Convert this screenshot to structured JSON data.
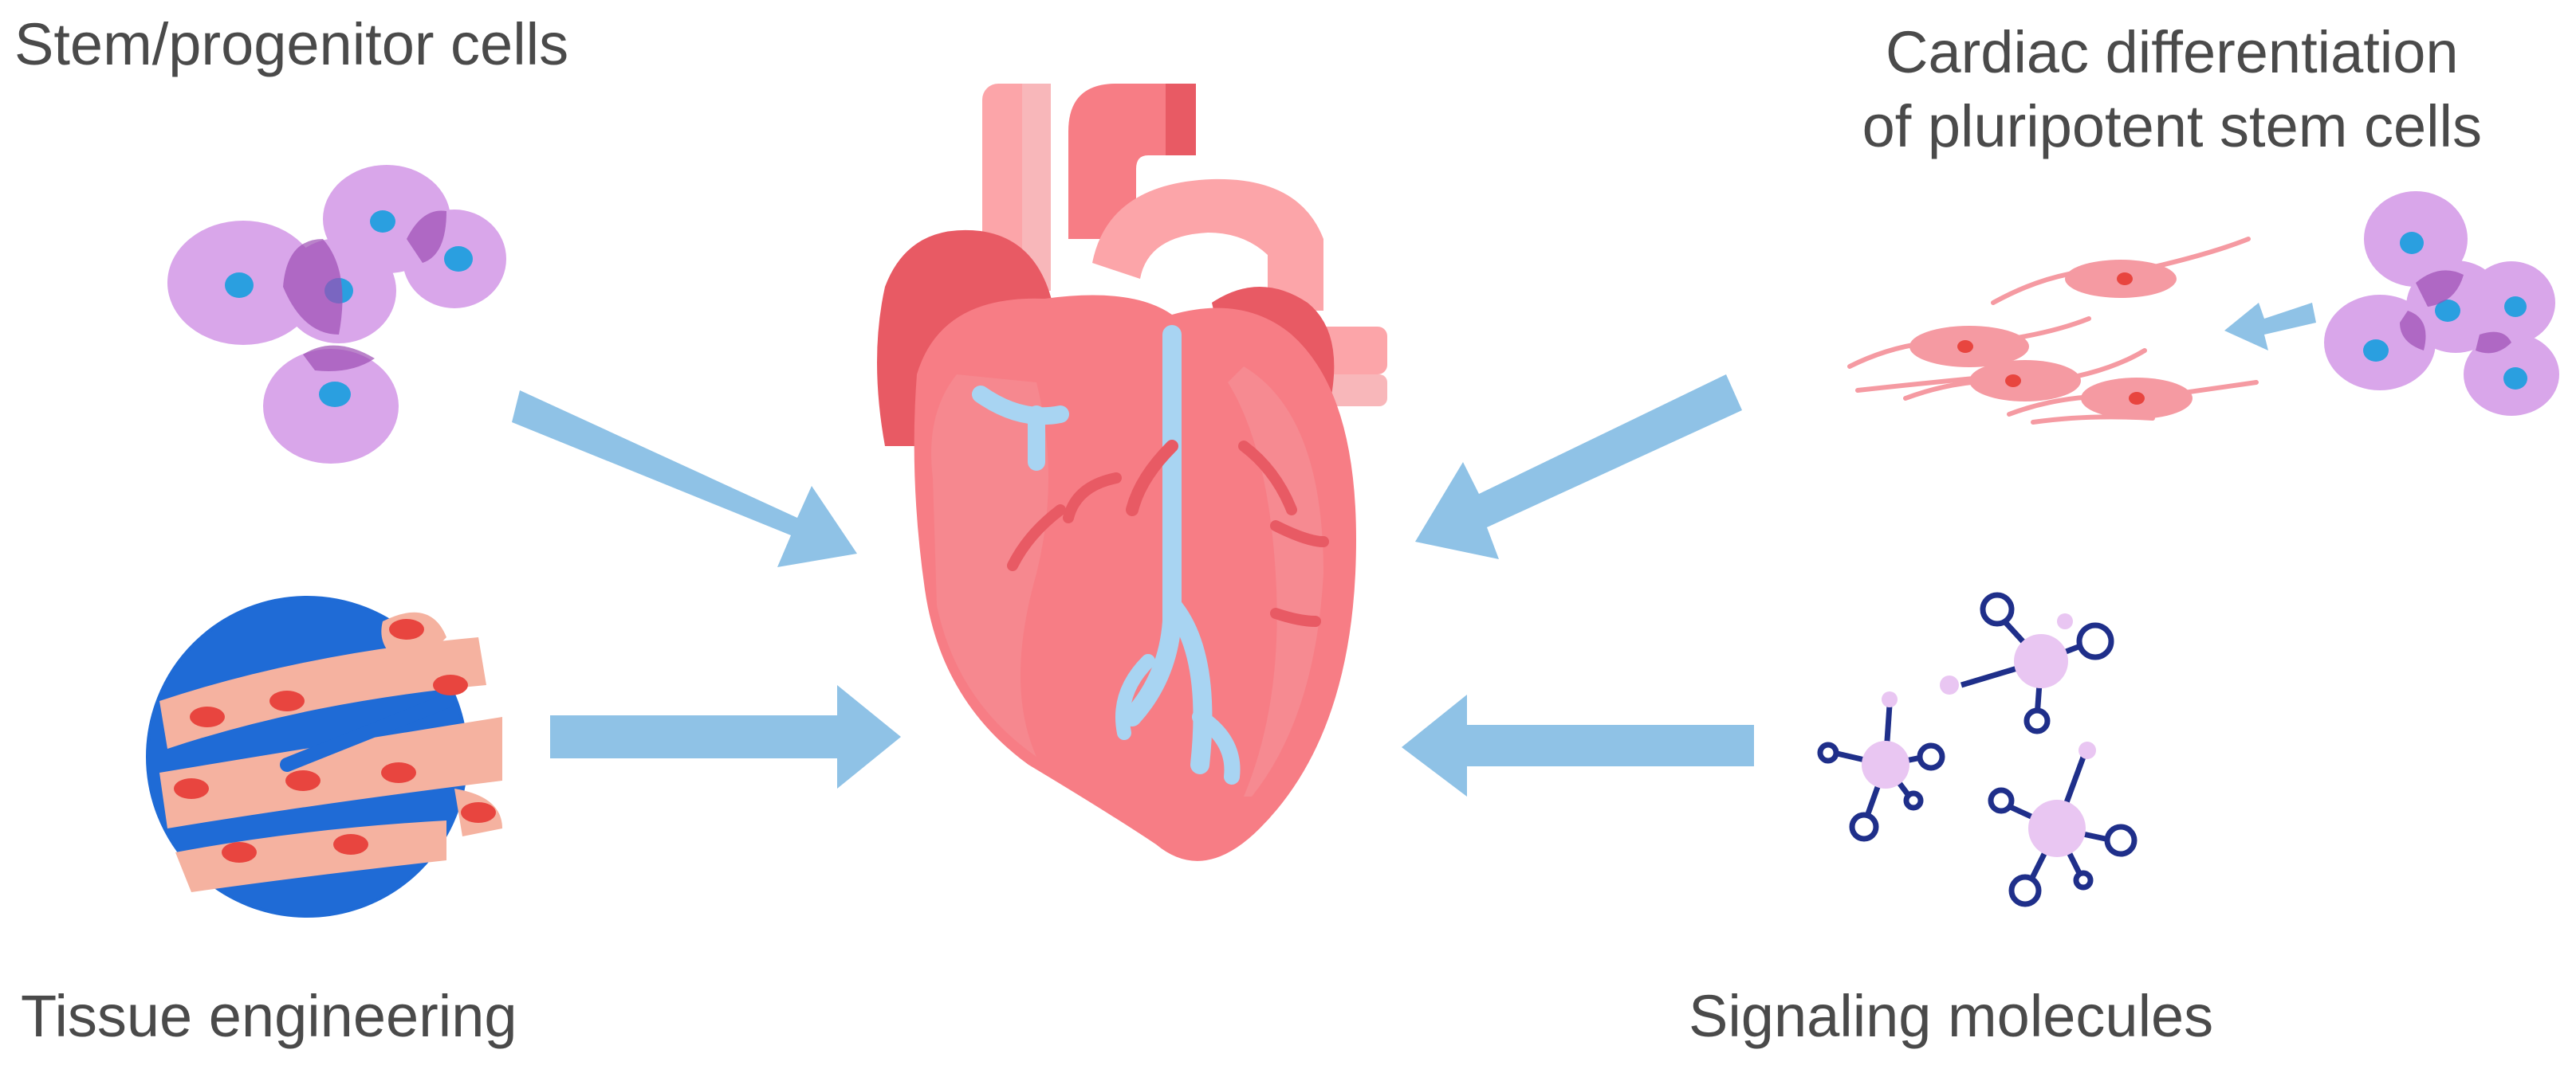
{
  "labels": {
    "stem": "Stem/progenitor cells",
    "cardiac_line1": "Cardiac differentiation",
    "cardiac_line2": "of pluripotent stem cells",
    "tissue": "Tissue engineering",
    "signaling": "Signaling molecules"
  },
  "icons": {
    "center": "heart-icon",
    "top_left": "stem-cells-icon",
    "bottom_left": "engineered-tissue-icon",
    "top_right": "cardiomyocytes-icon",
    "top_right_small": "stem-cells-icon",
    "bottom_right": "signaling-molecules-icon"
  },
  "colors": {
    "arrow": "#8fc2e6",
    "heart": "#f77d85",
    "heart_dark": "#e85a64",
    "heart_light": "#fca5a9",
    "vessel": "#a8d4f2",
    "cell": "#d9a6ea",
    "cell_dark": "#9c4fb3",
    "nucleus": "#2a9fe0",
    "myocyte": "#f59aa2",
    "molecule_node": "#e9c6f2",
    "molecule_line": "#1f2f8a",
    "tissue_blue": "#1f6bd6",
    "tissue_fiber": "#f5b2a0",
    "text": "#4a4a4a"
  }
}
